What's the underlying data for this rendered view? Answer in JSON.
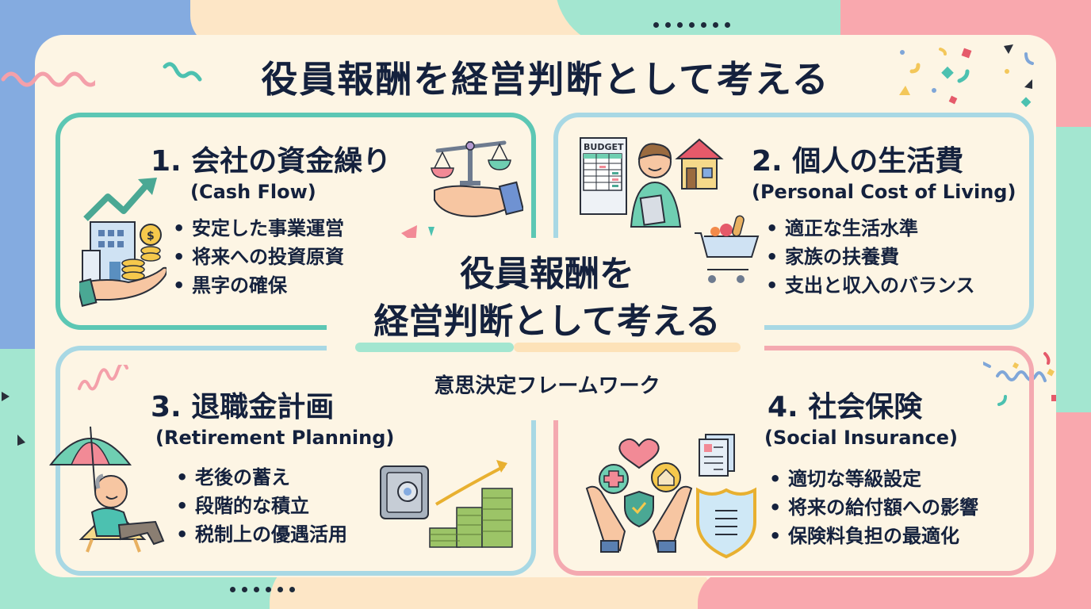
{
  "title": "役員報酬を経営判断として考える",
  "center": {
    "line1": "役員報酬を",
    "line2": "経営判断として考える",
    "subtitle": "意思決定フレームワーク"
  },
  "quadrants": [
    {
      "heading": "1. 会社の資金繰り",
      "subheading": "(Cash Flow)",
      "items": [
        "安定した事業運営",
        "将来への投資原資",
        "黒字の確保"
      ],
      "border_color": "#5cc7b4",
      "icons": [
        "building-growth-icon",
        "coins-hand-icon",
        "balance-scale-hand-icon"
      ]
    },
    {
      "heading": "2. 個人の生活費",
      "subheading": "(Personal Cost of Living)",
      "items": [
        "適正な生活水準",
        "家族の扶養費",
        "支出と収入のバランス"
      ],
      "border_color": "#a8d8e4",
      "budget_label": "BUDGET",
      "icons": [
        "budget-sheet-icon",
        "person-notepad-icon",
        "house-icon",
        "shopping-cart-icon"
      ]
    },
    {
      "heading": "3. 退職金計画",
      "subheading": "(Retirement Planning)",
      "items": [
        "老後の蓄え",
        "段階的な積立",
        "税制上の優遇活用"
      ],
      "border_color": "#a8d8e4",
      "icons": [
        "retiree-umbrella-icon",
        "safe-icon",
        "money-stacks-growth-icon"
      ]
    },
    {
      "heading": "4. 社会保険",
      "subheading": "(Social Insurance)",
      "items": [
        "適切な等級設定",
        "将来の給付額への影響",
        "保険料負担の最適化"
      ],
      "border_color": "#f4a9b0",
      "icons": [
        "hands-protection-icon",
        "documents-icon",
        "shield-document-icon"
      ]
    }
  ],
  "colors": {
    "background": "#fdf5e4",
    "text": "#14213d",
    "mint": "#a3e6d0",
    "teal": "#5cc7b4",
    "blue": "#84abe0",
    "pink": "#f9a8ae",
    "peach": "#fde6c6"
  }
}
